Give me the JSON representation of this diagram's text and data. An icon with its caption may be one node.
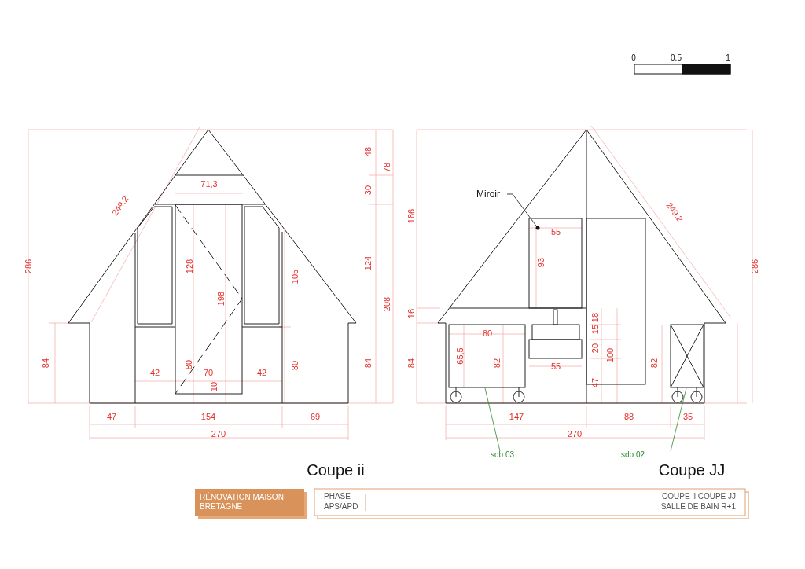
{
  "diagram": {
    "nodes": [
      {
        "text": [
          "Miroir"
        ]
      },
      {
        "text": [],
        "shape": "box"
      },
      {
        "text": [
          "sdb 03"
        ]
      },
      {
        "text": [],
        "shape": "box"
      },
      {
        "text": [
          "sdb 02"
        ]
      },
      {
        "text": [],
        "shape": "box"
      }
    ],
    "edges": [
      {
        "from": 0,
        "to": 1,
        "arrow": "other",
        "color": "#111111"
      },
      {
        "from": 2,
        "to": 3,
        "arrow": "none"
      },
      {
        "from": 4,
        "to": 5,
        "arrow": "none"
      }
    ],
    "labels": [
      "0",
      "0.5",
      "1",
      "286",
      "249,2",
      "48",
      "78",
      "71,3",
      "30",
      "128",
      "198",
      "105",
      "124",
      "208",
      "84",
      "84",
      "42",
      "80",
      "70",
      "42",
      "80",
      "10",
      "47",
      "154",
      "69",
      "270",
      "186",
      "55",
      "93",
      "16",
      "80",
      "18",
      "15",
      "20",
      "84",
      "65,5",
      "82",
      "55",
      "100",
      "82",
      "47",
      "147",
      "88",
      "35",
      "270",
      "286",
      "249,2",
      "Coupe ii",
      "Coupe JJ",
      "RÉNOVATION MAISON BRETAGNE",
      "PHASE",
      "APS/APD",
      "COUPE ii COUPE JJ",
      "SALLE DE BAIN R+1"
    ]
  }
}
